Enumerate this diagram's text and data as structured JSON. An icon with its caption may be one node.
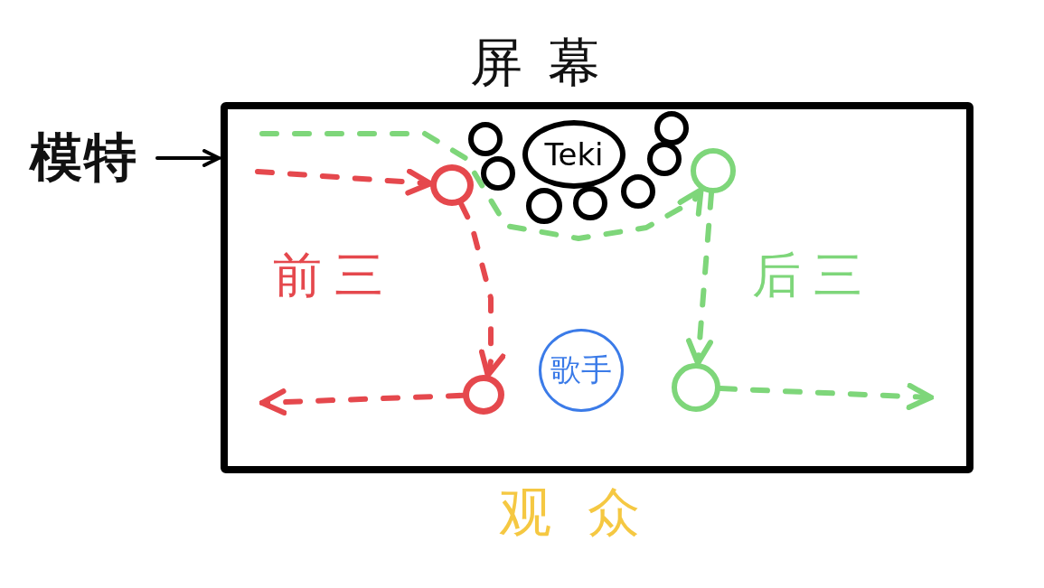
{
  "diagram": {
    "nodes": [
      {
        "text": [
          "模特"
        ]
      },
      {
        "text": [],
        "shape": "box"
      },
      {
        "text": [
          "Teki"
        ],
        "in": 1
      },
      {
        "text": [],
        "shape": "circle",
        "in": 1
      },
      {
        "text": [],
        "shape": "circle",
        "in": 1
      },
      {
        "text": [],
        "shape": "circle",
        "in": 1
      },
      {
        "text": [],
        "shape": "circle",
        "in": 1
      },
      {
        "text": [],
        "shape": "circle",
        "in": 1
      },
      {
        "text": [],
        "shape": "circle",
        "in": 1
      },
      {
        "text": [],
        "shape": "circle",
        "in": 1
      },
      {
        "text": [],
        "shape": "circle",
        "in": 1
      },
      {
        "text": [],
        "shape": "circle",
        "in": 1
      },
      {
        "text": [],
        "shape": "circle",
        "in": 1
      },
      {
        "text": [],
        "shape": "circle",
        "in": 1
      },
      {
        "text": [
          "歌手"
        ],
        "in": 1
      }
    ],
    "edges": [
      {
        "from": 0,
        "to": 1,
        "arrow": "to",
        "color": "#000000"
      },
      {
        "from": null,
        "to": 10,
        "arrow": "to",
        "style": "dashed",
        "color": "#e5484d"
      },
      {
        "from": 10,
        "to": 11,
        "arrow": "to",
        "style": "dashed",
        "color": "#e5484d"
      },
      {
        "from": 11,
        "to": null,
        "arrow": "to",
        "style": "dashed",
        "color": "#e5484d"
      },
      {
        "from": null,
        "to": 12,
        "arrow": "to",
        "style": "dashed",
        "color": "#7ed67a"
      },
      {
        "from": 12,
        "to": 13,
        "arrow": "to",
        "style": "dashed",
        "color": "#7ed67a"
      },
      {
        "from": 13,
        "to": null,
        "arrow": "to",
        "style": "dashed",
        "color": "#7ed67a"
      }
    ],
    "labels": [
      "屏幕",
      "前三",
      "后三",
      "观众"
    ]
  }
}
